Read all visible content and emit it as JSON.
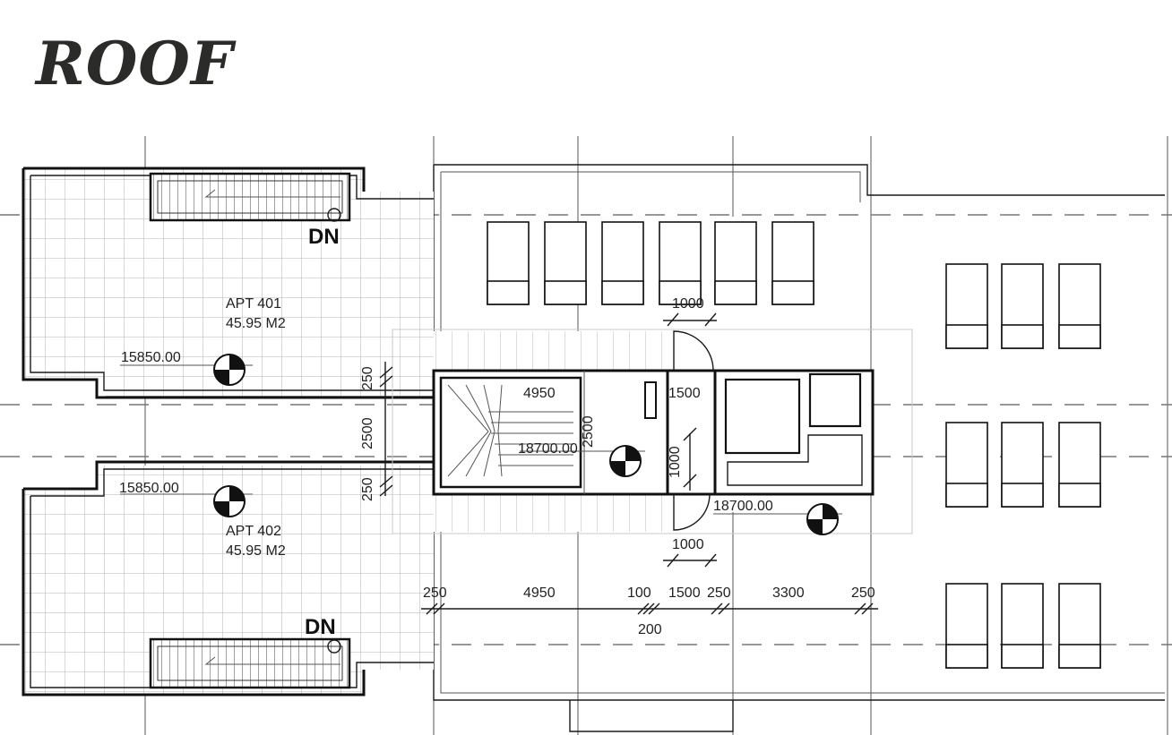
{
  "title": "ROOF",
  "apartments": [
    {
      "name": "APT 401",
      "area": "45.95 M2",
      "level": "15850.00"
    },
    {
      "name": "APT 402",
      "area": "45.95 M2",
      "level": "15850.00"
    }
  ],
  "stair_labels": [
    "DN",
    "DN"
  ],
  "core": {
    "level": "18700.00",
    "stair_width": "4950",
    "stair_depth": "2500",
    "landing_width": "1500",
    "landing_depth": "1000"
  },
  "roof_level": "18700.00",
  "door_widths": [
    "1000",
    "1000"
  ],
  "wall_dims": {
    "top": "250",
    "middle": "2500",
    "bottom": "250"
  },
  "bottom_dims": [
    "250",
    "4950",
    "100",
    "1500",
    "250",
    "3300",
    "250"
  ],
  "bottom_dim_sub": "200"
}
